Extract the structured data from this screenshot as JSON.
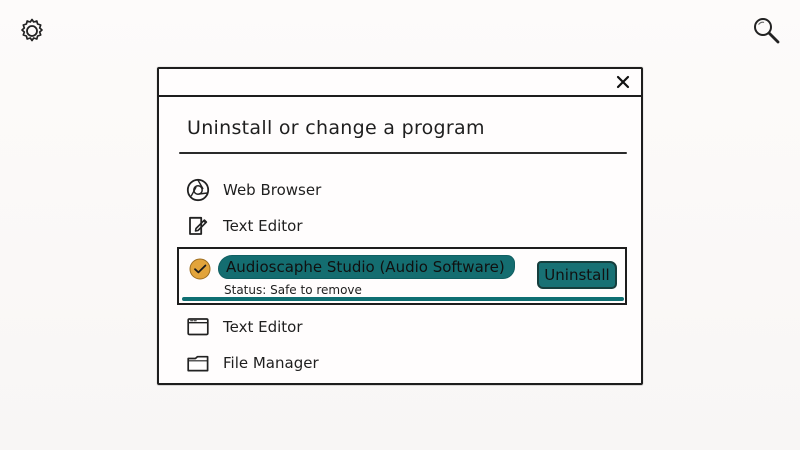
{
  "toolbar": {
    "settings_icon": "gear-icon",
    "search_icon": "search-icon"
  },
  "dialog": {
    "title": "Uninstall or change a program",
    "close_icon": "close-icon",
    "programs": [
      {
        "label": "Web Browser",
        "icon": "browser-icon"
      },
      {
        "label": "Text Editor",
        "icon": "edit-icon"
      },
      {
        "label": "Audioscaphe Studio (Audio Software)",
        "status": "Status: Safe to remove",
        "icon": "check-icon",
        "selected": true,
        "action_label": "Uninstall"
      },
      {
        "label": "Text Editor",
        "icon": "window-icon"
      },
      {
        "label": "File Manager",
        "icon": "folder-icon"
      }
    ]
  },
  "colors": {
    "teal": "#146d70",
    "check": "#e2a43b",
    "line": "#1d1d1d"
  }
}
